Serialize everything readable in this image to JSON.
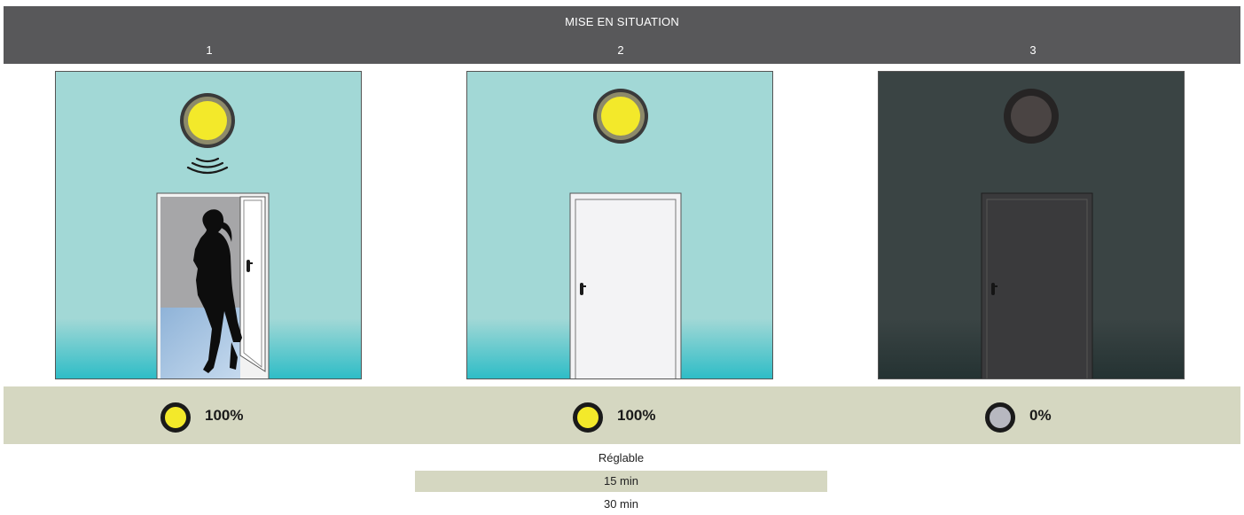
{
  "header": {
    "title": "MISE EN SITUATION",
    "steps": [
      "1",
      "2",
      "3"
    ]
  },
  "scenes": [
    {
      "state": "occupied",
      "light": "on",
      "door": "open",
      "person": true,
      "sensor_waves": true
    },
    {
      "state": "empty",
      "light": "on",
      "door": "closed",
      "person": false,
      "sensor_waves": false
    },
    {
      "state": "empty",
      "light": "off",
      "door": "closed",
      "person": false,
      "sensor_waves": false
    }
  ],
  "levels": [
    {
      "value": "100%",
      "color": "#f3e92a"
    },
    {
      "value": "100%",
      "color": "#f3e92a"
    },
    {
      "value": "0%",
      "color": "#b7b8c0"
    }
  ],
  "timer": {
    "label": "Réglable",
    "options": [
      "15 min",
      "30 min"
    ]
  },
  "colors": {
    "header_bg": "#58585a",
    "strip_bg": "#d5d7c1",
    "wall_lit": "#a2d8d6",
    "wall_dark": "#3a4444",
    "floor_glow": "#2bbcc6",
    "lamp_on": "#f3e92a",
    "lamp_off": "#4a4443"
  }
}
